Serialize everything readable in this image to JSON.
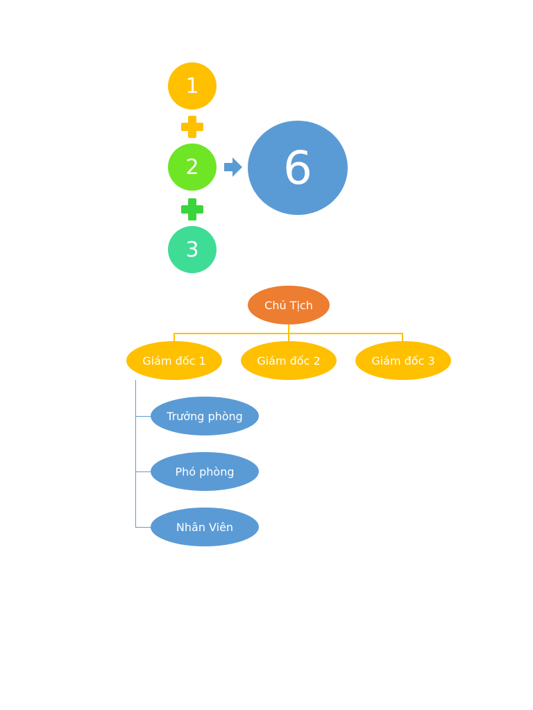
{
  "equation": {
    "operands": [
      "1",
      "2",
      "3"
    ],
    "result": "6",
    "colors": {
      "one": "#FFC000",
      "two": "#6EE525",
      "three": "#3FDC96",
      "plus1": "#FFC000",
      "plus2": "#3BD43B",
      "arrow": "#5B9BD5",
      "result": "#5B9BD5"
    }
  },
  "org_chart": {
    "root": {
      "label": "Chủ Tịch",
      "color": "#ED7D31"
    },
    "directors": [
      {
        "label": "Giám đốc 1"
      },
      {
        "label": "Giám đốc 2"
      },
      {
        "label": "Giám đốc 3"
      }
    ],
    "director_color": "#FFC000",
    "connector_color": "#FFC000",
    "subordinates": [
      {
        "label": "Trưởng phòng"
      },
      {
        "label": "Phó phòng"
      },
      {
        "label": "Nhân Viên"
      }
    ],
    "subordinate_color": "#5B9BD5",
    "sub_connector_color": "#5B9BD5"
  }
}
